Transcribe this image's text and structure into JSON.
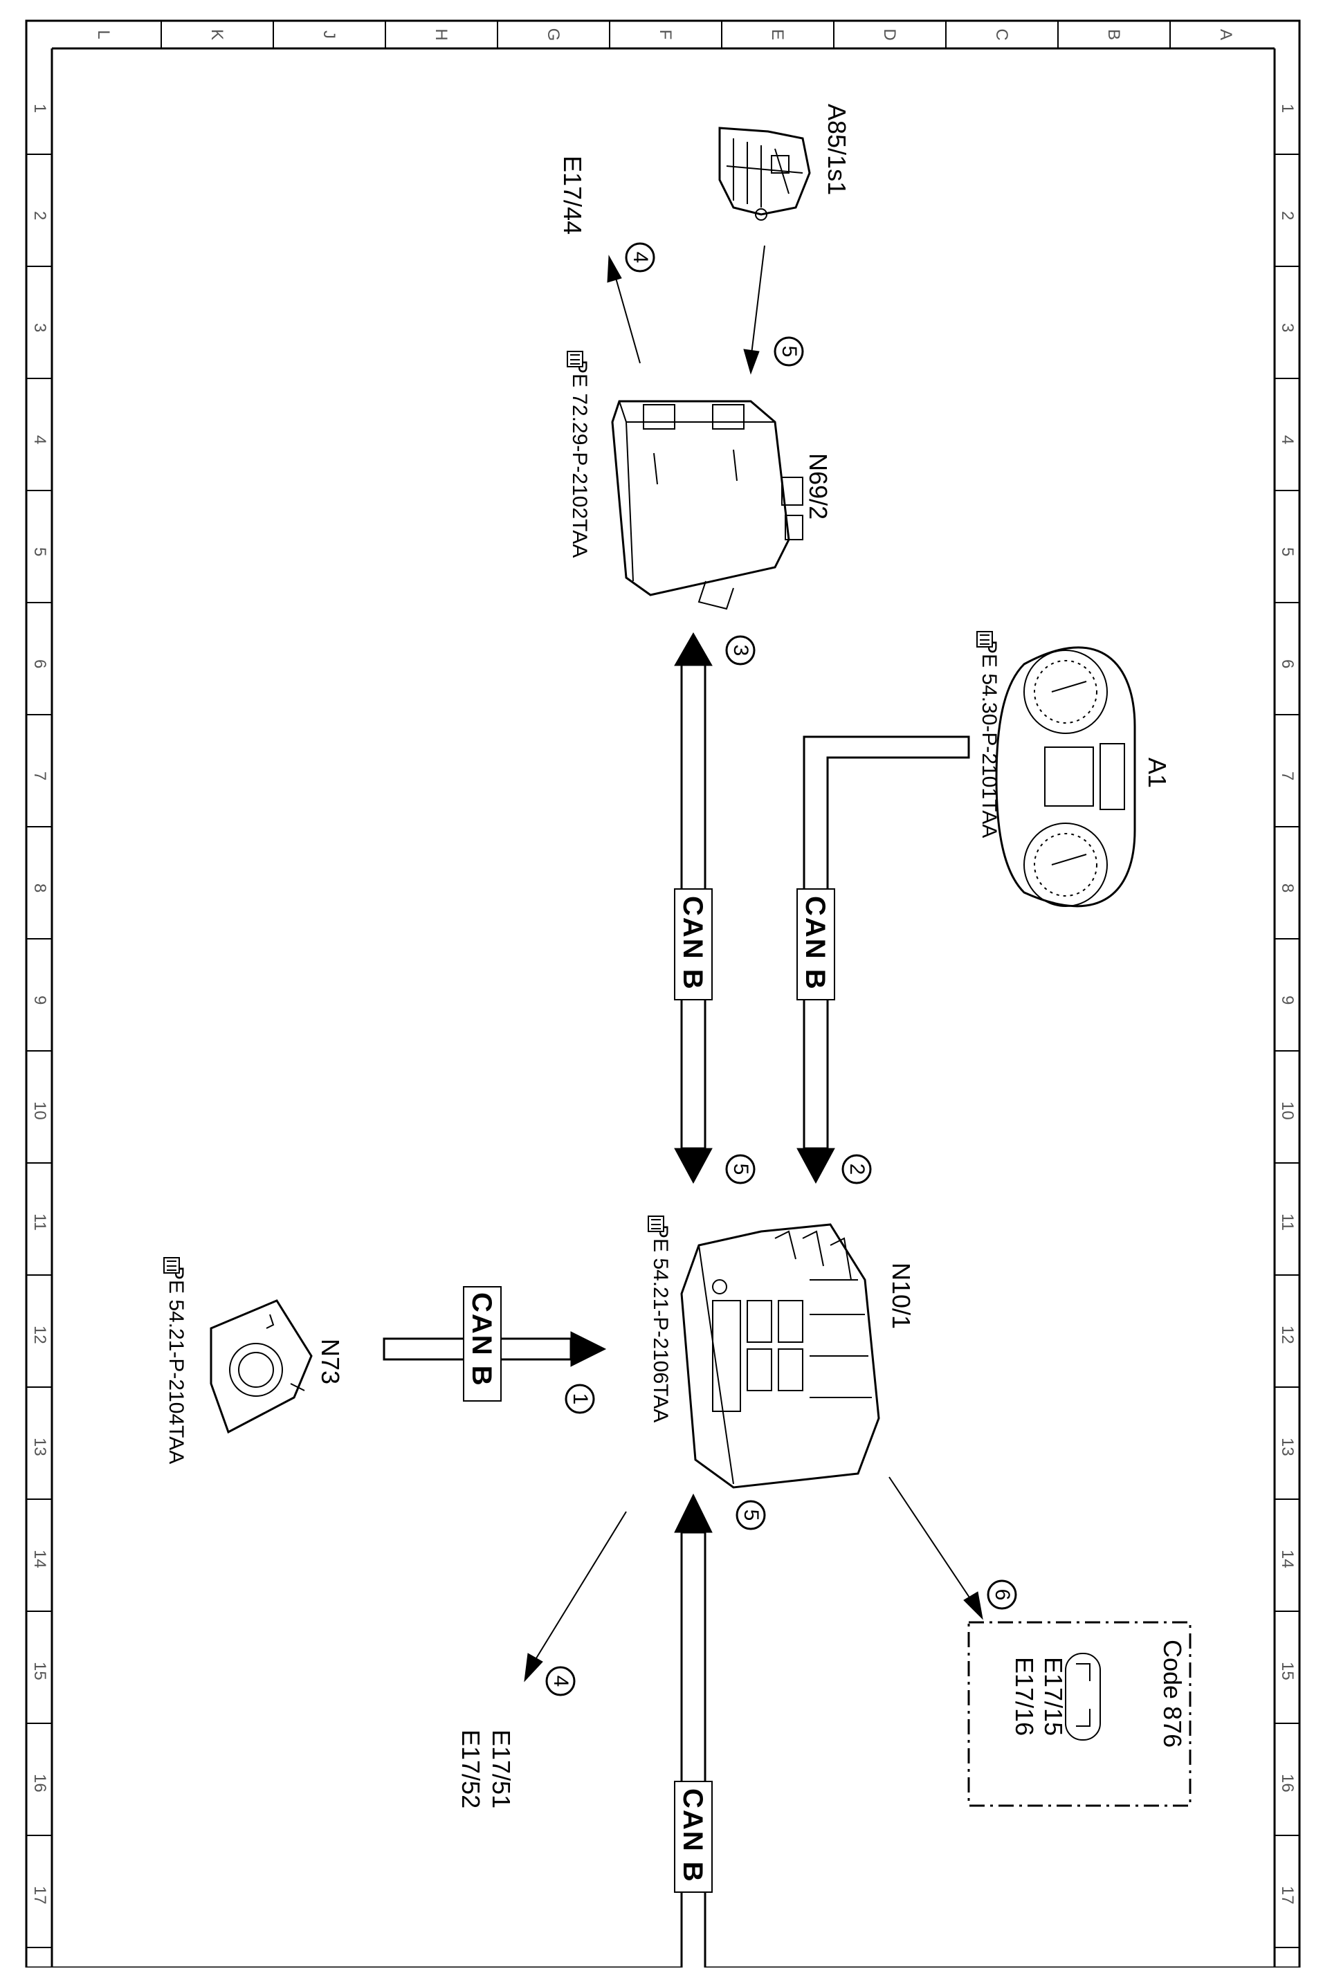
{
  "grid": {
    "letters": [
      "L",
      "K",
      "J",
      "H",
      "G",
      "F",
      "E",
      "D",
      "C",
      "B",
      "A"
    ],
    "numbers": [
      "1",
      "2",
      "3",
      "4",
      "5",
      "6",
      "7",
      "8",
      "9",
      "10",
      "11",
      "12",
      "13",
      "14",
      "15",
      "16",
      "17"
    ]
  },
  "components": {
    "a85": {
      "label": "A85/1s1"
    },
    "n69": {
      "label": "N69/2",
      "ref": "PE 72.29-P-2102TAA"
    },
    "a1": {
      "label": "A1",
      "ref": "PE 54.30-P-2101TAA"
    },
    "n10": {
      "label": "N10/1",
      "ref": "PE 54.21-P-2106TAA"
    },
    "n73": {
      "label": "N73",
      "ref": "PE 54.21-P-2104TAA"
    },
    "e17_44": {
      "label": "E17/44"
    },
    "e17_51": {
      "label": "E17/51"
    },
    "e17_52": {
      "label": "E17/52"
    },
    "code876": {
      "title": "Code 876",
      "line1": "E17/15",
      "line2": "E17/16"
    }
  },
  "bus_label": "CAN B",
  "steps": {
    "s1": "1",
    "s2": "2",
    "s3": "3",
    "s4": "4",
    "s5": "5",
    "s6": "6"
  }
}
